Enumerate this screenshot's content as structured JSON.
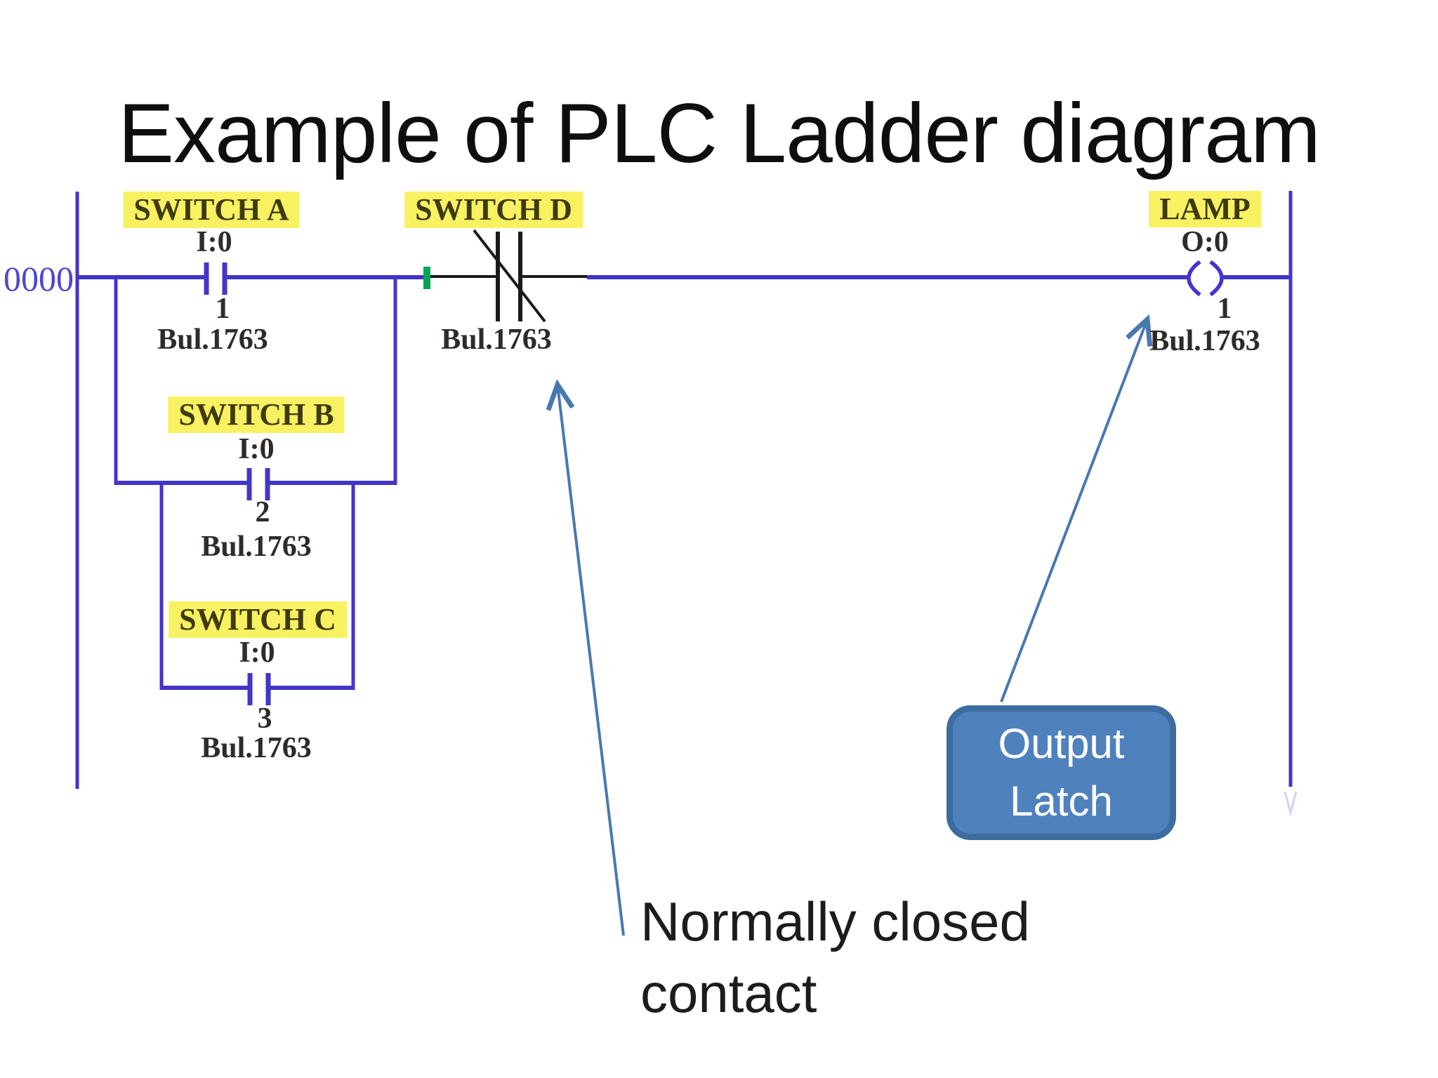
{
  "slide": {
    "title": "Example of PLC Ladder diagram"
  },
  "ladder": {
    "rung_number": "0000",
    "devices": {
      "switch_a": {
        "label": "SWITCH A",
        "address": "I:0",
        "terminal": "1",
        "catalog": "Bul.1763",
        "contact_type": "normally-open"
      },
      "switch_b": {
        "label": "SWITCH B",
        "address": "I:0",
        "terminal": "2",
        "catalog": "Bul.1763",
        "contact_type": "normally-open"
      },
      "switch_c": {
        "label": "SWITCH C",
        "address": "I:0",
        "terminal": "3",
        "catalog": "Bul.1763",
        "contact_type": "normally-open"
      },
      "switch_d": {
        "label": "SWITCH D",
        "catalog": "Bul.1763",
        "contact_type": "normally-closed"
      },
      "lamp": {
        "label": "LAMP",
        "address": "O:0",
        "terminal": "1",
        "catalog": "Bul.1763",
        "element": "output-coil"
      }
    }
  },
  "annotations": {
    "nc_note": {
      "line1": "Normally closed",
      "line2": "contact"
    },
    "output_latch_callout": {
      "line1": "Output",
      "line2": "Latch"
    }
  },
  "colors": {
    "wire_blue": "#4334cb",
    "contact_black": "#1a1a1a",
    "highlight_yellow": "#f8f263",
    "label_text": "#3f3a0e",
    "green_junction_marker": "#00a651",
    "callout_fill": "#4f81bd",
    "callout_border": "#3c6d9e",
    "arrow_blue": "#4878b0",
    "rung_number_blue": "#4f46cf",
    "title_black": "#0e0e0e"
  }
}
